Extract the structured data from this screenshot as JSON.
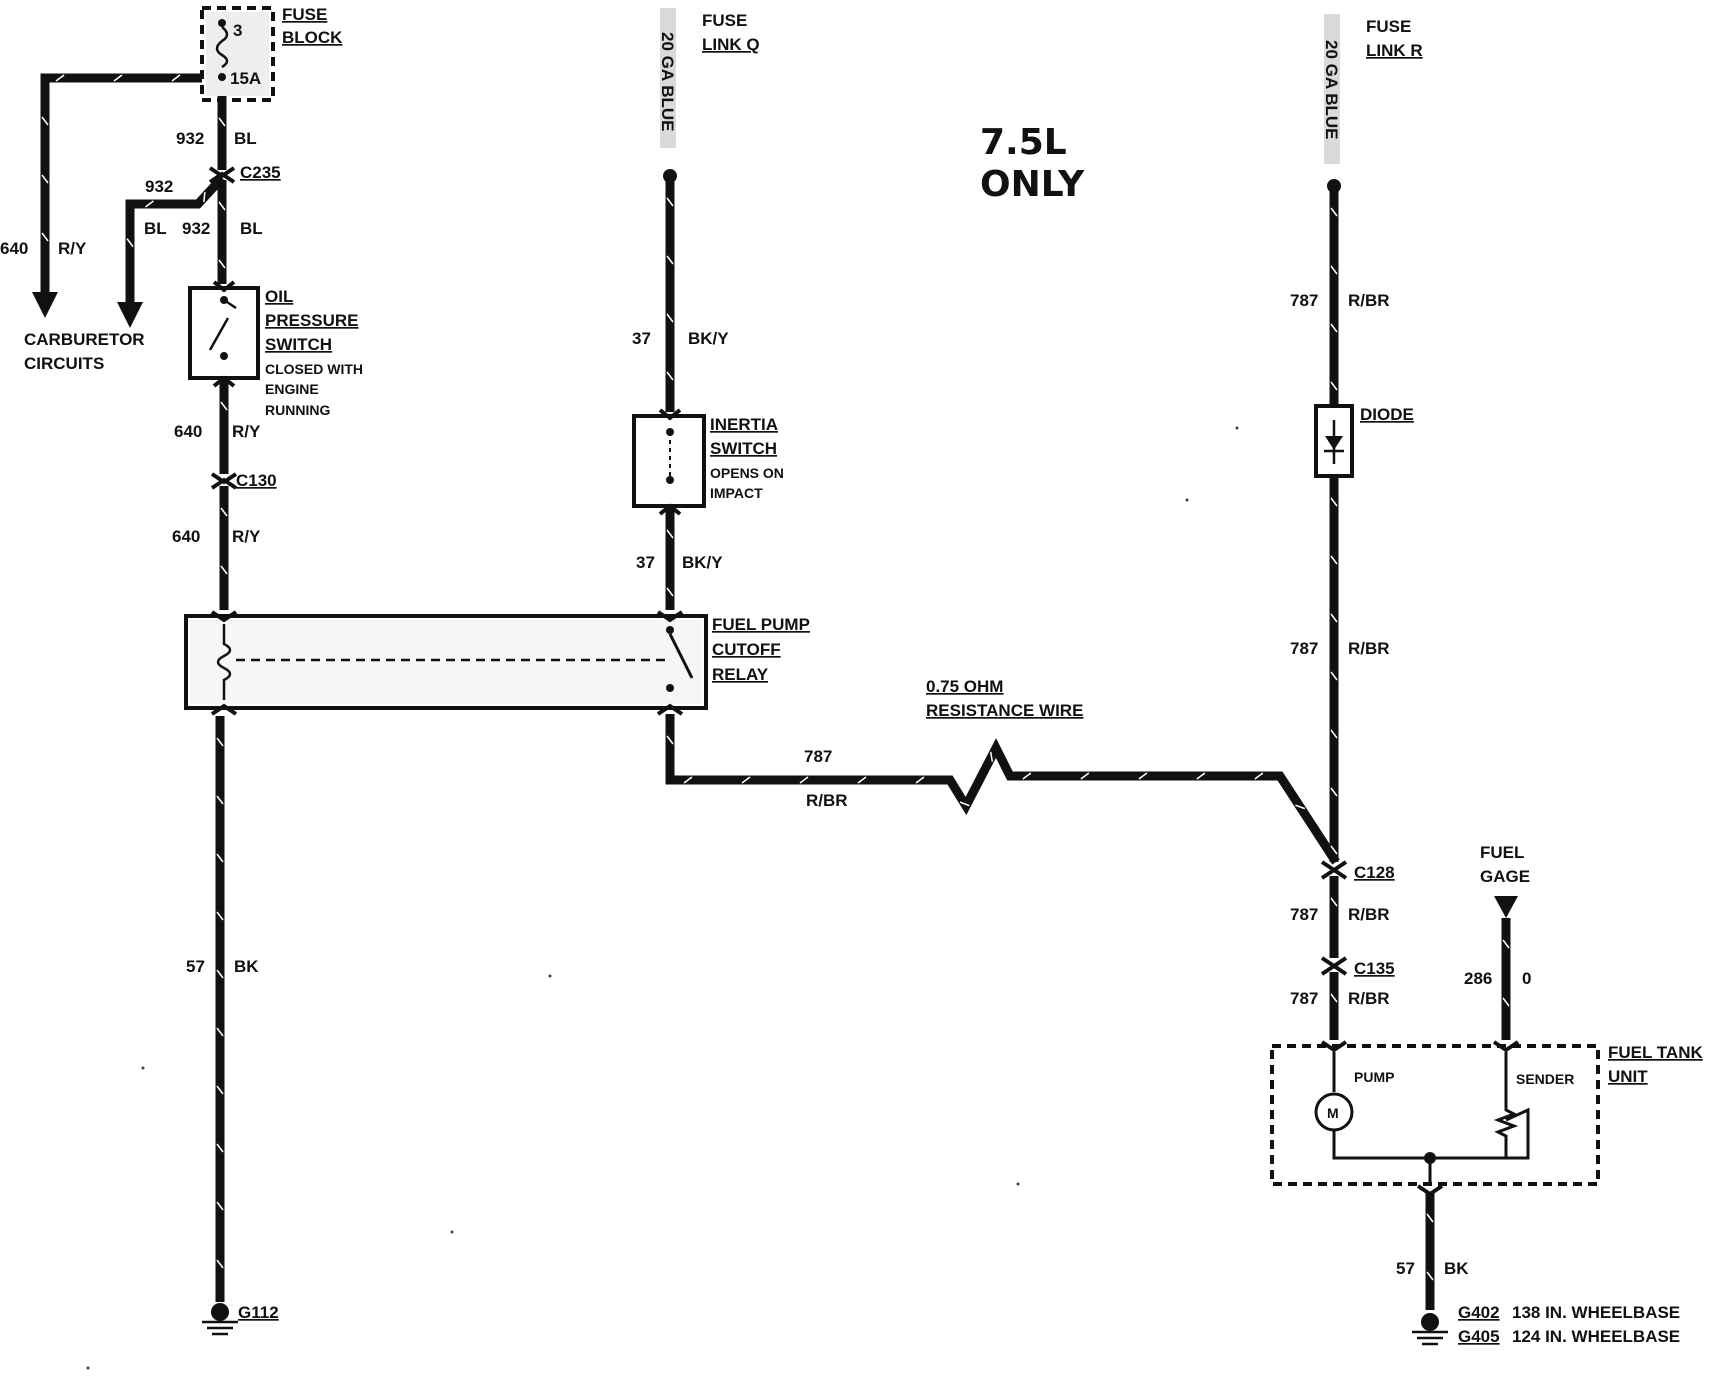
{
  "labels": {
    "fuse_block_num": "3",
    "fuse_block_line1": "FUSE",
    "fuse_block_line2": "BLOCK",
    "fuse_amp": "15A",
    "fuse_link_q_1": "FUSE",
    "fuse_link_q_2": "LINK Q",
    "fuse_link_q_wire": "20 GA BLUE",
    "fuse_link_r_1": "FUSE",
    "fuse_link_r_2": "LINK R",
    "fuse_link_r_wire": "20 GA BLUE",
    "engine_1": "7.5L",
    "engine_2": "ONLY",
    "w932_a": "932",
    "bl_a": "BL",
    "c235": "C235",
    "w932_b": "932",
    "bl_b": "BL",
    "w932_c": "932",
    "bl_c": "BL",
    "w640_a": "640",
    "ry_a": "R/Y",
    "carb_1": "CARBURETOR",
    "carb_2": "CIRCUITS",
    "oil_1": "OIL",
    "oil_2": "PRESSURE",
    "oil_3": "SWITCH",
    "oil_4": "CLOSED WITH",
    "oil_5": "ENGINE",
    "oil_6": "RUNNING",
    "w640_b": "640",
    "ry_b": "R/Y",
    "c130": "C130",
    "w640_c": "640",
    "ry_c": "R/Y",
    "w37_a": "37",
    "bky_a": "BK/Y",
    "inertia_1": "INERTIA",
    "inertia_2": "SWITCH",
    "inertia_3": "OPENS ON",
    "inertia_4": "IMPACT",
    "w37_b": "37",
    "bky_b": "BK/Y",
    "relay_1": "FUEL PUMP",
    "relay_2": "CUTOFF",
    "relay_3": "RELAY",
    "res_1": "0.75 OHM",
    "res_2": "RESISTANCE WIRE",
    "w787_a": "787",
    "rbr_a": "R/BR",
    "w787_b": "787",
    "rbr_b": "R/BR",
    "diode": "DIODE",
    "w787_c": "787",
    "rbr_c": "R/BR",
    "c128": "C128",
    "w787_d": "787",
    "rbr_d": "R/BR",
    "c135": "C135",
    "w787_e": "787",
    "rbr_e": "R/BR",
    "fuel_gage_1": "FUEL",
    "fuel_gage_2": "GAGE",
    "w286": "286",
    "o286": "0",
    "tank_1": "FUEL TANK",
    "tank_2": "UNIT",
    "pump": "PUMP",
    "sender": "SENDER",
    "motor": "M",
    "w57_a": "57",
    "bk_a": "BK",
    "g112": "G112",
    "w57_b": "57",
    "bk_b": "BK",
    "g402": "G402",
    "g402_desc": "138 IN. WHEELBASE",
    "g405": "G405",
    "g405_desc": "124 IN. WHEELBASE"
  }
}
